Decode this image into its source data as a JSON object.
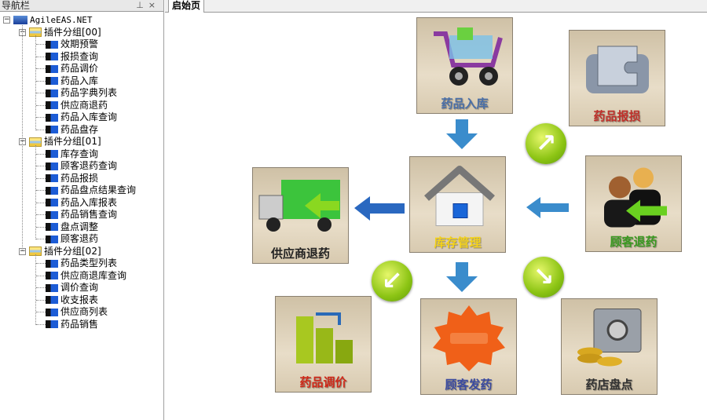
{
  "nav": {
    "title": "导航栏",
    "pin_icon": "pin-icon",
    "close_icon": "close-icon",
    "root": "AgileEAS.NET",
    "groups": [
      {
        "label": "插件分组[00]",
        "items": [
          "效期预警",
          "报损查询",
          "药品调价",
          "药品入库",
          "药品字典列表",
          "供应商退药",
          "药品入库查询",
          "药品盘存"
        ]
      },
      {
        "label": "插件分组[01]",
        "items": [
          "库存查询",
          "顾客退药查询",
          "药品报损",
          "药品盘点结果查询",
          "药品入库报表",
          "药品销售查询",
          "盘点调整",
          "顾客退药"
        ]
      },
      {
        "label": "插件分组[02]",
        "items": [
          "药品类型列表",
          "供应商退库查询",
          "调价查询",
          "收支报表",
          "供应商列表",
          "药品销售"
        ]
      }
    ]
  },
  "tab": {
    "label": "启始页"
  },
  "tiles": {
    "stock_in": {
      "label": "药品入库",
      "icon": "shopping-cart-icon",
      "color": "#4a6fa8"
    },
    "loss": {
      "label": "药品报损",
      "icon": "puzzle-wallet-icon",
      "color": "#c0302a"
    },
    "supplier_return": {
      "label": "供应商退药",
      "icon": "truck-icon",
      "color": "#2a2a2a"
    },
    "inventory": {
      "label": "库存管理",
      "icon": "house-icon",
      "color": "#f4d21a"
    },
    "customer_return": {
      "label": "顾客退药",
      "icon": "people-icon",
      "color": "#3a9a20"
    },
    "price_adjust": {
      "label": "药品调价",
      "icon": "bar-chart-icon",
      "color": "#d02818"
    },
    "dispense": {
      "label": "顾客发药",
      "icon": "sale-icon",
      "color": "#3a4aa0"
    },
    "stocktake": {
      "label": "药店盘点",
      "icon": "safe-coins-icon",
      "color": "#333333"
    }
  }
}
